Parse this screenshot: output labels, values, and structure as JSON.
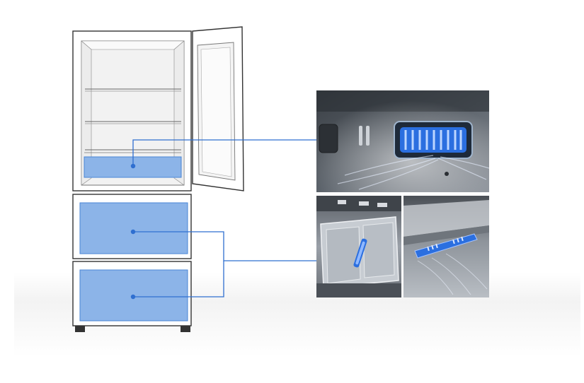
{
  "colors": {
    "accent": "#2f6fd0",
    "zone_fill": "#8cb4e8",
    "zone_stroke": "#4a86d6",
    "outline": "#333333",
    "floor": "#f1f1f1"
  },
  "diagram": {
    "title": "",
    "callouts": [
      {
        "name": "upper-shelf-zone",
        "photo": "air-vent-closeup"
      },
      {
        "name": "drawer-zones",
        "photo": "drawer-and-tray-closeups"
      }
    ]
  },
  "icons": [
    "vent-icon",
    "blue-tray-icon",
    "blue-stick-icon"
  ]
}
